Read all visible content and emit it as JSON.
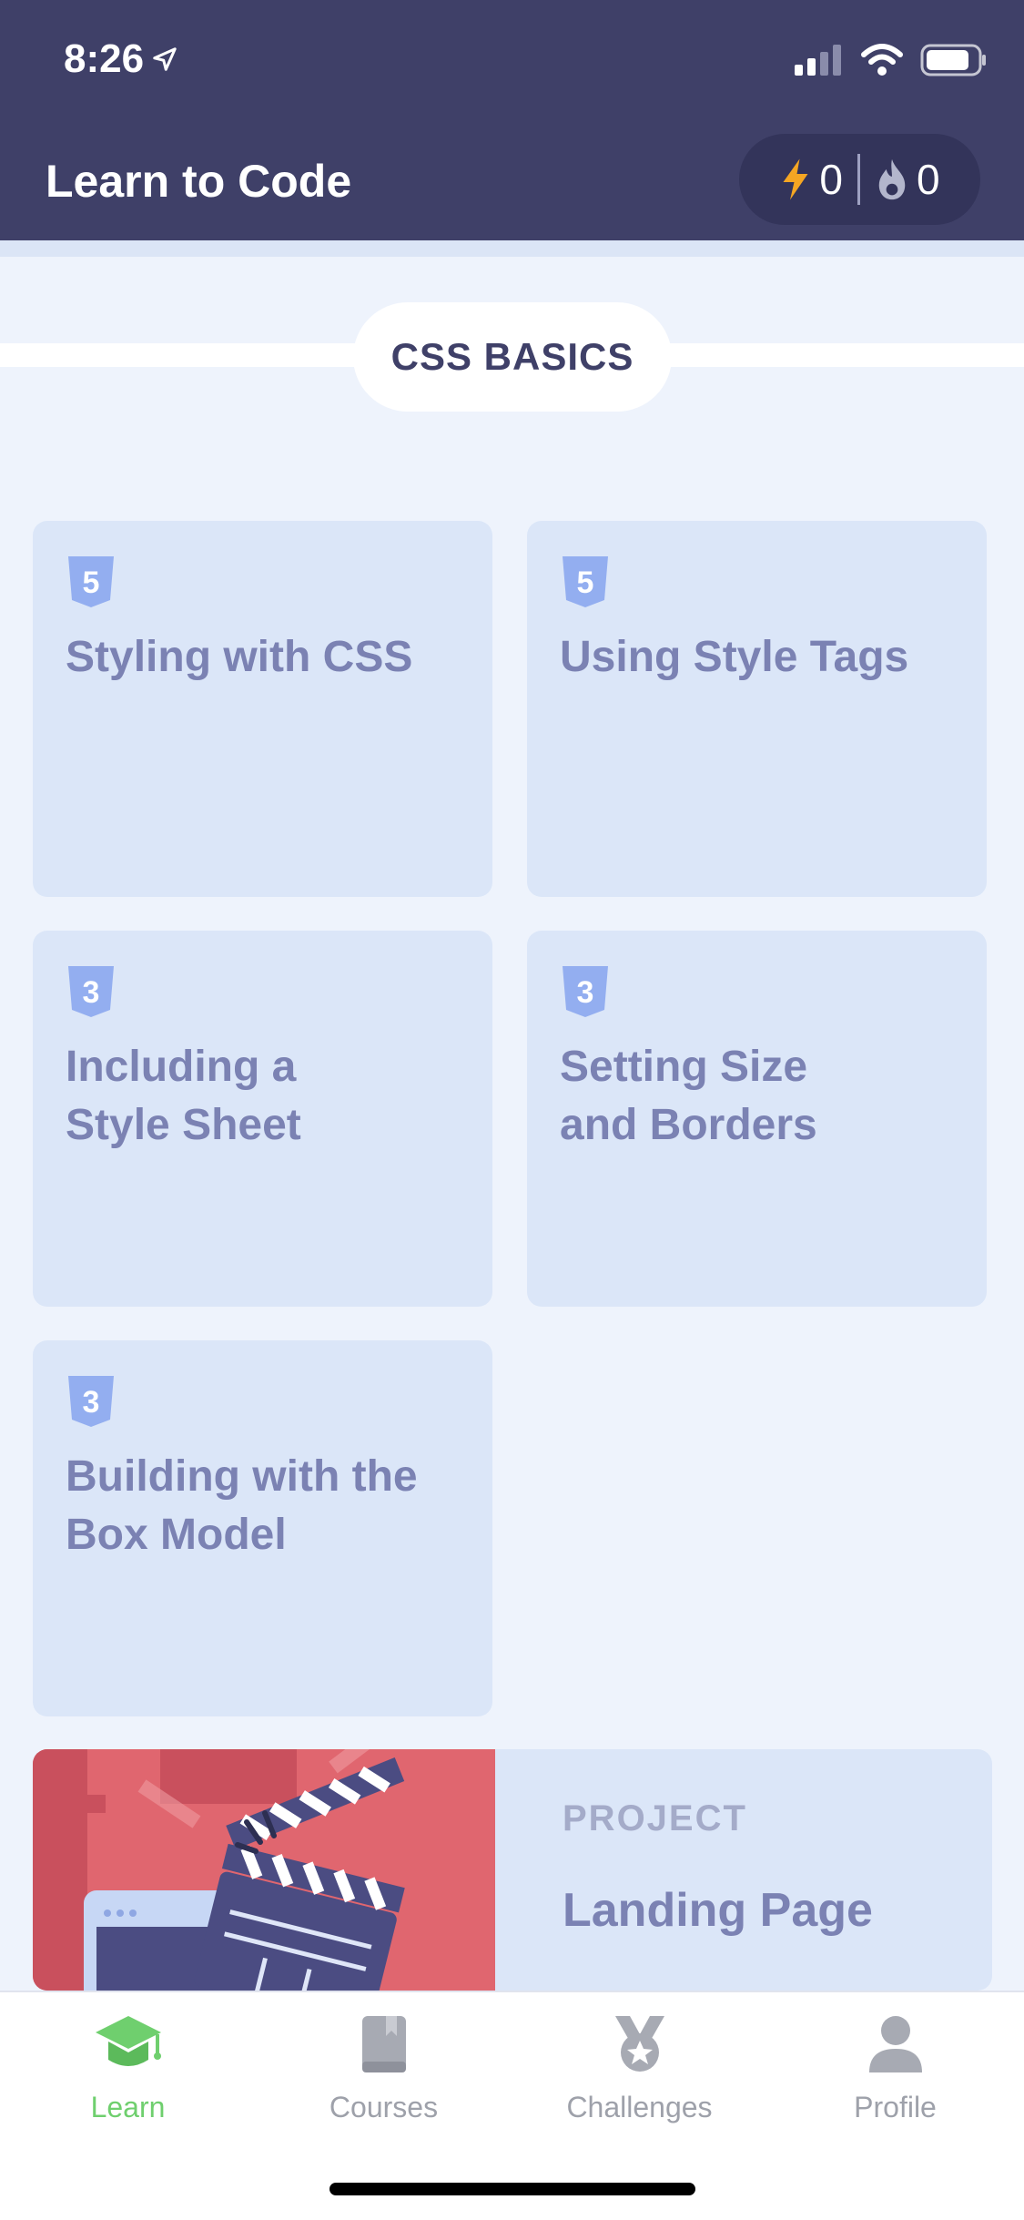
{
  "status_bar": {
    "time": "8:26"
  },
  "header": {
    "title": "Learn to Code",
    "xp_count": "0",
    "streak_count": "0"
  },
  "section": {
    "title": "CSS BASICS"
  },
  "lessons": [
    {
      "title": "Styling with CSS",
      "badge": "5"
    },
    {
      "title": "Using Style Tags",
      "badge": "5"
    },
    {
      "title": "Including a\nStyle Sheet",
      "badge": "3"
    },
    {
      "title": "Setting Size\nand Borders",
      "badge": "3"
    },
    {
      "title": "Building with the\nBox Model",
      "badge": "3"
    }
  ],
  "project": {
    "label": "PROJECT",
    "title": "Landing Page"
  },
  "tabs": [
    {
      "label": "Learn",
      "icon": "graduation-cap-icon",
      "active": true
    },
    {
      "label": "Courses",
      "icon": "book-icon",
      "active": false
    },
    {
      "label": "Challenges",
      "icon": "medal-icon",
      "active": false
    },
    {
      "label": "Profile",
      "icon": "person-icon",
      "active": false
    }
  ],
  "colors": {
    "header_bg": "#3f4068",
    "accent_green": "#6fcf6e",
    "card_bg": "#dbe6f8",
    "card_text": "#7b82b3",
    "project_art_bg": "#e0666f"
  }
}
